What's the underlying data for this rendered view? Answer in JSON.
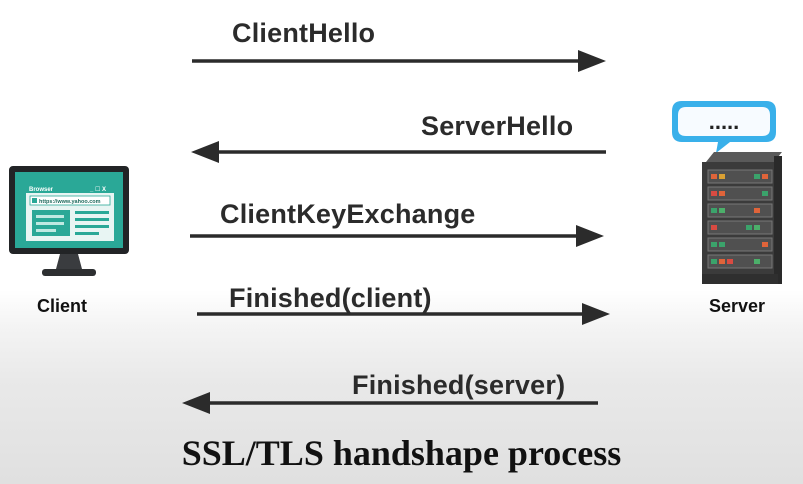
{
  "diagram": {
    "caption": "SSL/TLS handshape process",
    "client": {
      "label": "Client",
      "browser_title": "Browser",
      "window_controls": "_ ☐ X",
      "url": "https://www.yahoo.com"
    },
    "server": {
      "label": "Server",
      "bubble_text": "....."
    },
    "messages": [
      {
        "label": "ClientHello",
        "direction": "client-to-server"
      },
      {
        "label": "ServerHello",
        "direction": "server-to-client"
      },
      {
        "label": "ClientKeyExchange",
        "direction": "client-to-server"
      },
      {
        "label": "Finished(client)",
        "direction": "client-to-server"
      },
      {
        "label": "Finished(server)",
        "direction": "server-to-client"
      }
    ],
    "colors": {
      "arrow": "#2b2b2b",
      "text": "#111111",
      "screen_accent": "#2aa897",
      "bubble_border": "#39b0ea",
      "rack": "#3b3b3b"
    }
  }
}
